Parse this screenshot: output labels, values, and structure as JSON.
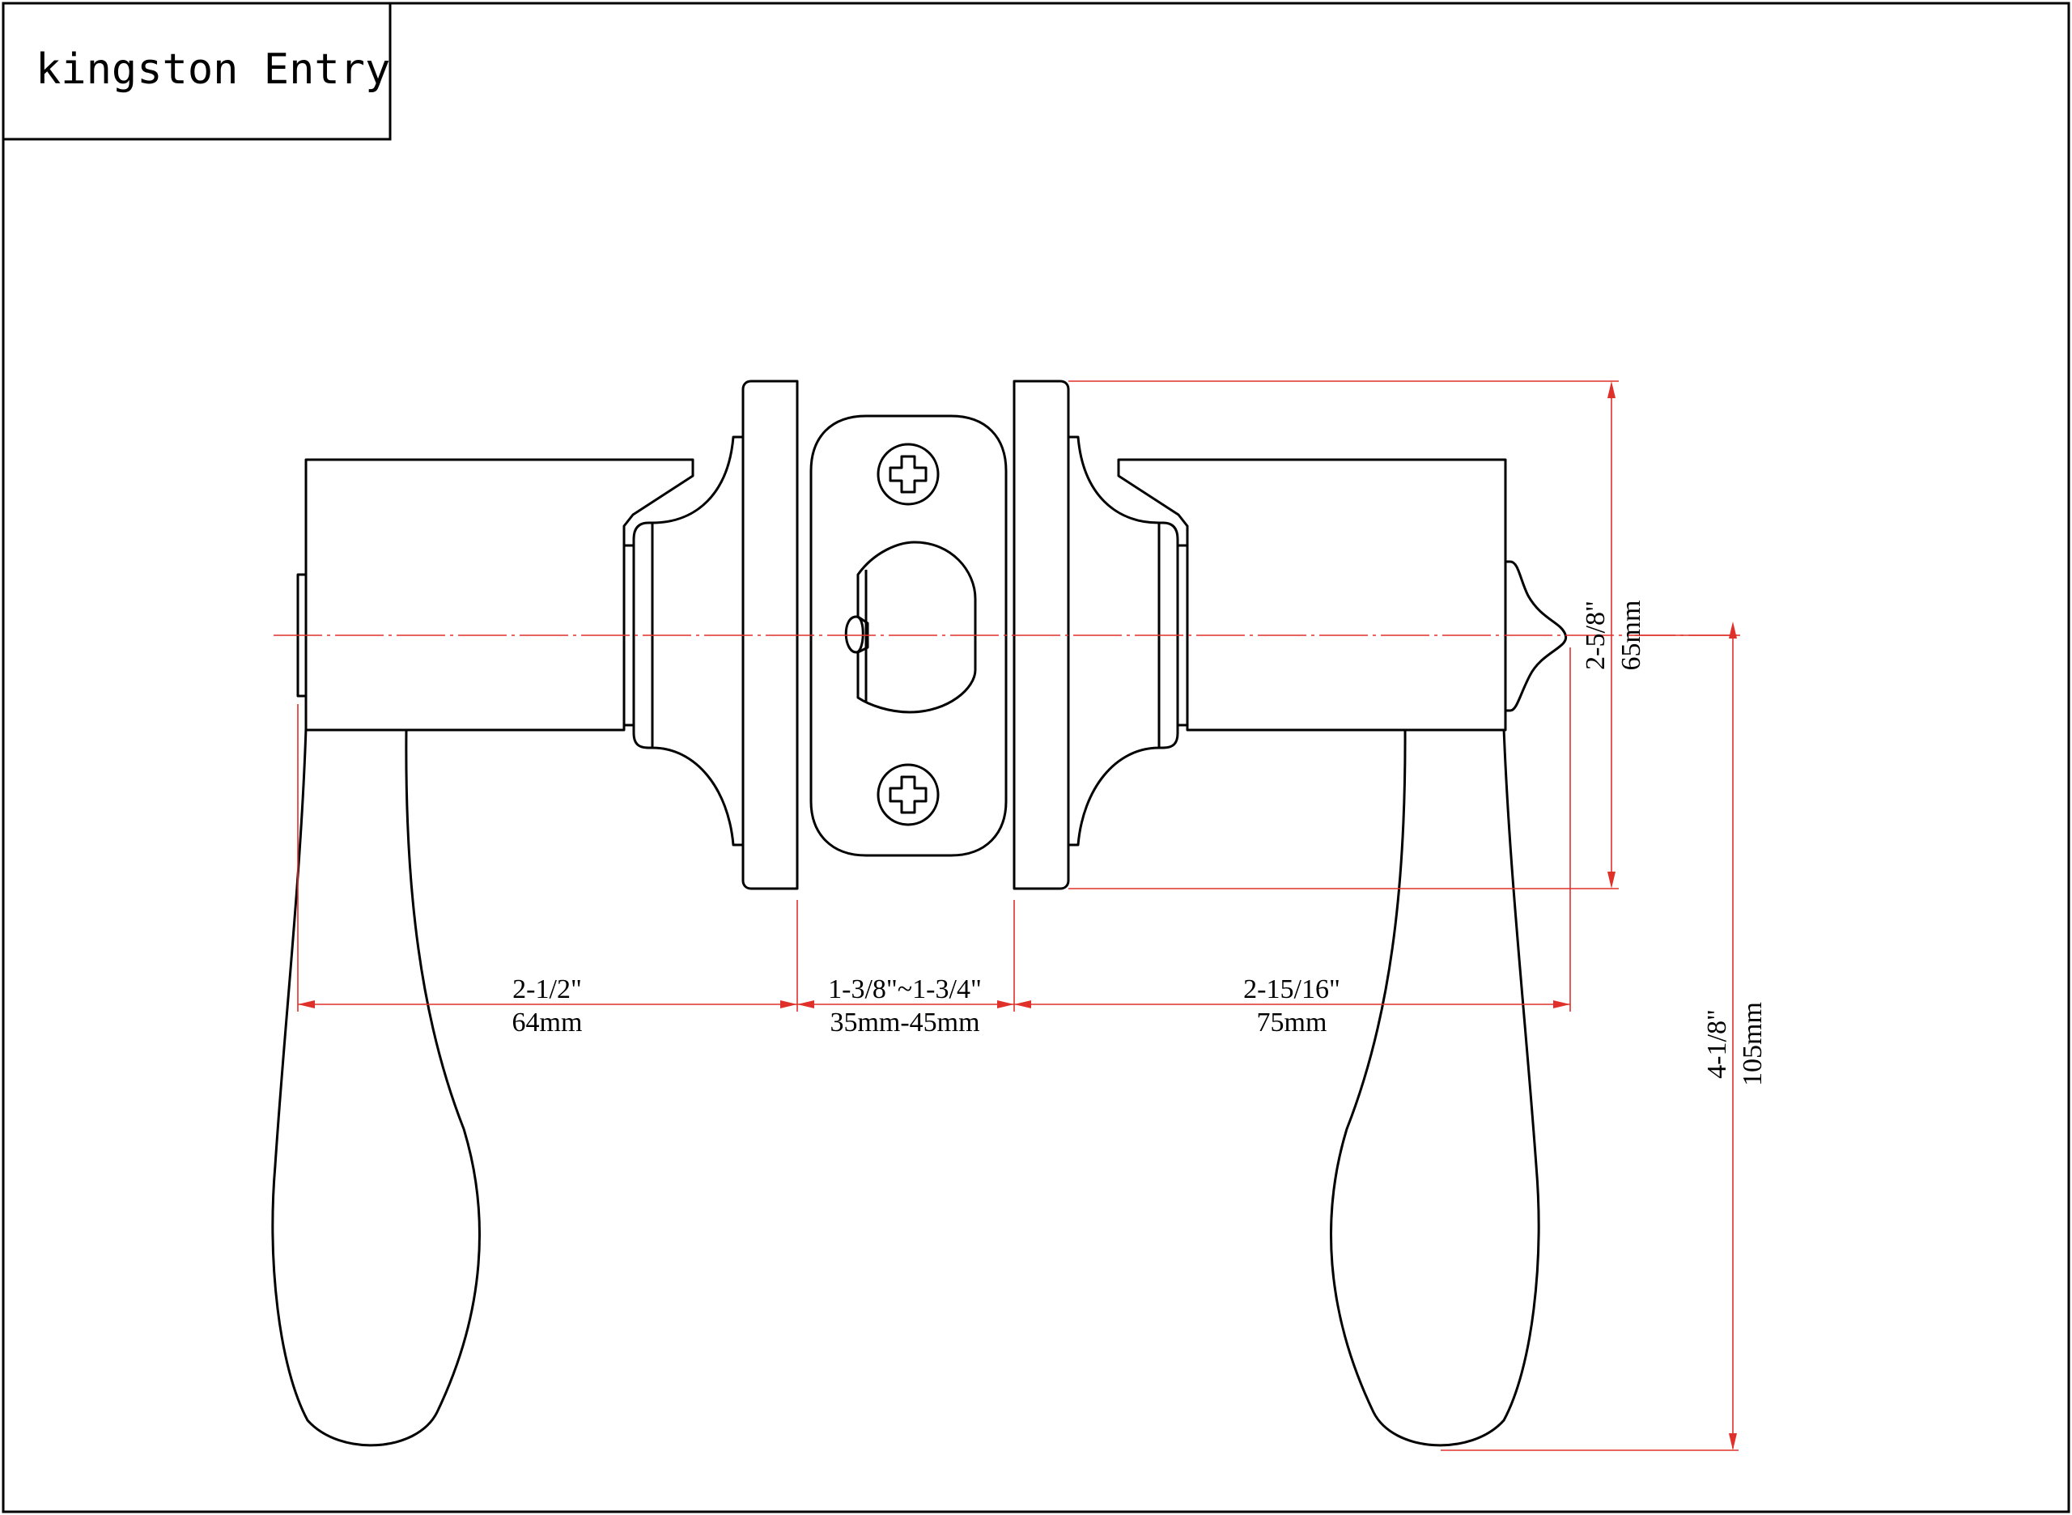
{
  "title": "kingston Entry",
  "dimensions": {
    "rose_height": {
      "imperial": "2-5/8\"",
      "metric": "65mm"
    },
    "lever_drop": {
      "imperial": "4-1/8\"",
      "metric": "105mm"
    },
    "left_projection": {
      "imperial": "2-1/2\"",
      "metric": "64mm"
    },
    "door_thickness": {
      "imperial": "1-3/8\"~1-3/4\"",
      "metric": "35mm-45mm"
    },
    "right_projection": {
      "imperial": "2-15/16\"",
      "metric": "75mm"
    }
  },
  "colors": {
    "dimension_lines": "#e0302a",
    "outline": "#000000"
  }
}
